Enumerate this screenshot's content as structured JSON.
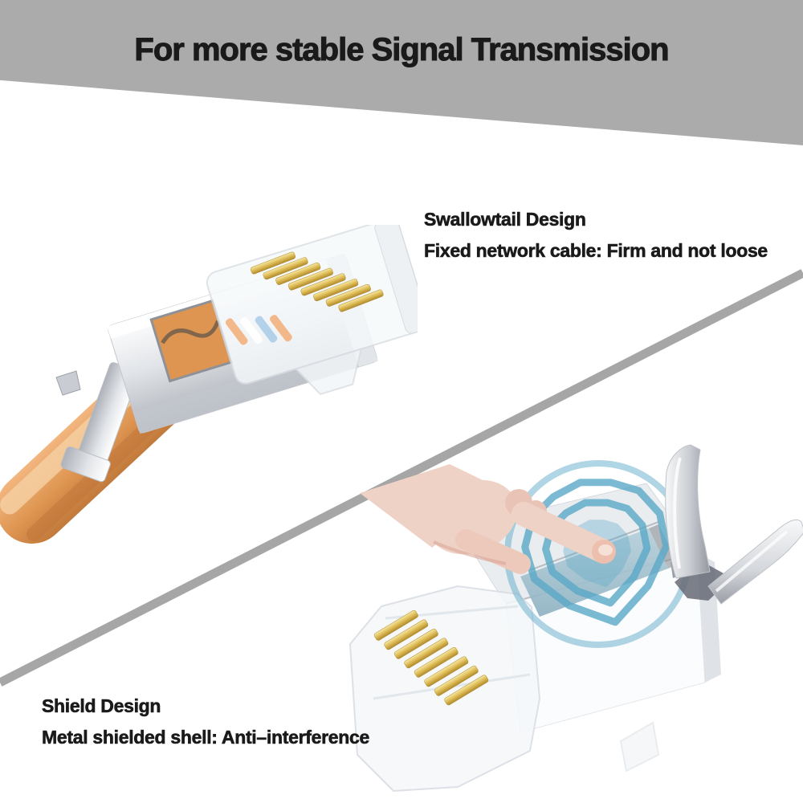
{
  "banner": {
    "title": "For more stable Signal Transmission"
  },
  "captions": {
    "swallowtail": {
      "heading": "Swallowtail Design",
      "detail": "Fixed network cable: Firm and not loose"
    },
    "shield": {
      "heading": "Shield Design",
      "detail": "Metal shielded shell: Anti–interference"
    }
  },
  "illustrations": {
    "top_left": {
      "label": "Shielded RJ45 connector crimped onto an orange network cable",
      "parts": [
        "orange-network-cable",
        "metal-strain-relief-clip",
        "metal-shield-sleeve",
        "clear-rj45-head",
        "gold-contact-pins"
      ]
    },
    "bottom_right": {
      "label": "Finger pressing the metal shielded shell of an RJ45 connector, anti-interference shield icon, swallowtail metal wings",
      "parts": [
        "hand-with-index-finger",
        "metal-shielded-shell",
        "blue-slide-tab",
        "clear-rj45-head",
        "gold-contact-pins",
        "anti-interference-shield-icon",
        "swallowtail-metal-wings"
      ]
    }
  },
  "colors": {
    "banner_bg": "#ABABAB",
    "text": "#1A1A1A",
    "stripe": "#A6A6A6",
    "cable_orange": "#DE9551",
    "pin_gold": "#DDBC55",
    "metal_silver": "#D9DCE1",
    "shield_icon_blue": "#5BA9C8",
    "skin": "#EFD2C6",
    "slide_tab_blue": "#9FC0CE"
  }
}
